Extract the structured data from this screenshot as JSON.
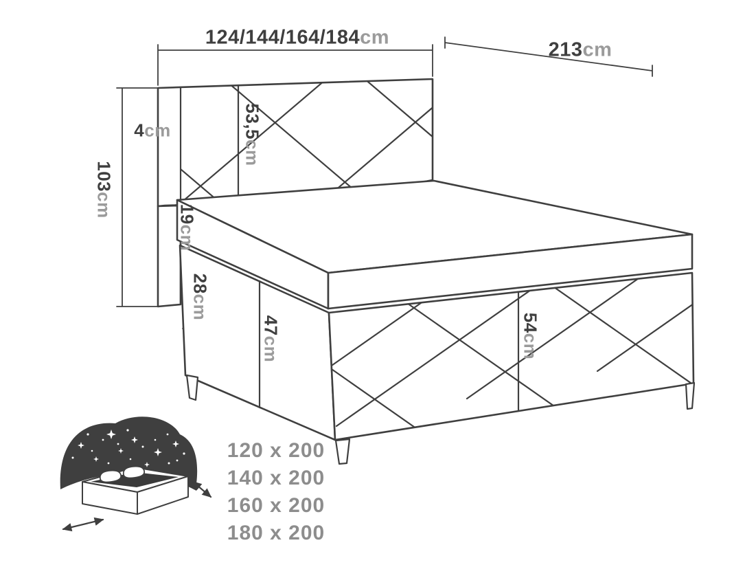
{
  "diagram": {
    "title": "bed-dimension-diagram",
    "dimensions": {
      "width_top": {
        "value": "124/144/164/184",
        "unit": "cm"
      },
      "depth": {
        "value": "213",
        "unit": "cm"
      },
      "height_total": {
        "value": "103",
        "unit": "cm"
      },
      "headboard_thickness": {
        "value": "4",
        "unit": "cm"
      },
      "headboard_height": {
        "value": "53,5",
        "unit": "cm"
      },
      "mattress_height": {
        "value": "19",
        "unit": "cm"
      },
      "upper_box_height": {
        "value": "28",
        "unit": "cm"
      },
      "base_height": {
        "value": "47",
        "unit": "cm"
      },
      "foot_panel_height": {
        "value": "54",
        "unit": "cm"
      }
    },
    "size_options": [
      "120 x 200",
      "140 x 200",
      "160 x 200",
      "180 x 200"
    ],
    "colors": {
      "line": "#3f3f3f",
      "value_text": "#3f3f3f",
      "unit_text": "#9b9b9b",
      "size_text": "#8d8d8d",
      "icon_dark": "#3f3f3f",
      "background": "#ffffff"
    }
  }
}
